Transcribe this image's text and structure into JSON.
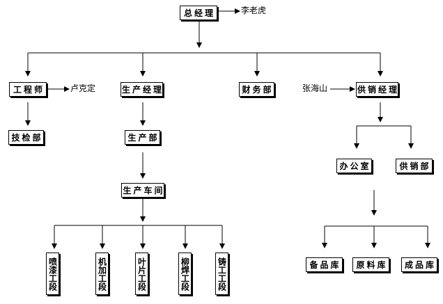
{
  "nodes": {
    "gm": "总经理",
    "engineer": "工程师",
    "prod_mgr": "生产经理",
    "finance": "财务部",
    "supply_mgr": "供销经理",
    "tech_dept": "技检部",
    "prod_dept": "生产部",
    "workshop": "生产车间",
    "paint": "喷漆工段",
    "machine": "机加工段",
    "leaf": "叶片工段",
    "weld": "柳焊工段",
    "cast": "铸工工段",
    "office": "办公室",
    "supply_dept": "供销部",
    "spare_store": "备品库",
    "material_store": "原料库",
    "product_store": "成品库"
  },
  "notes": {
    "gm_person": "李老虎",
    "engineer_person": "卢克定",
    "supply_person": "张海山"
  }
}
